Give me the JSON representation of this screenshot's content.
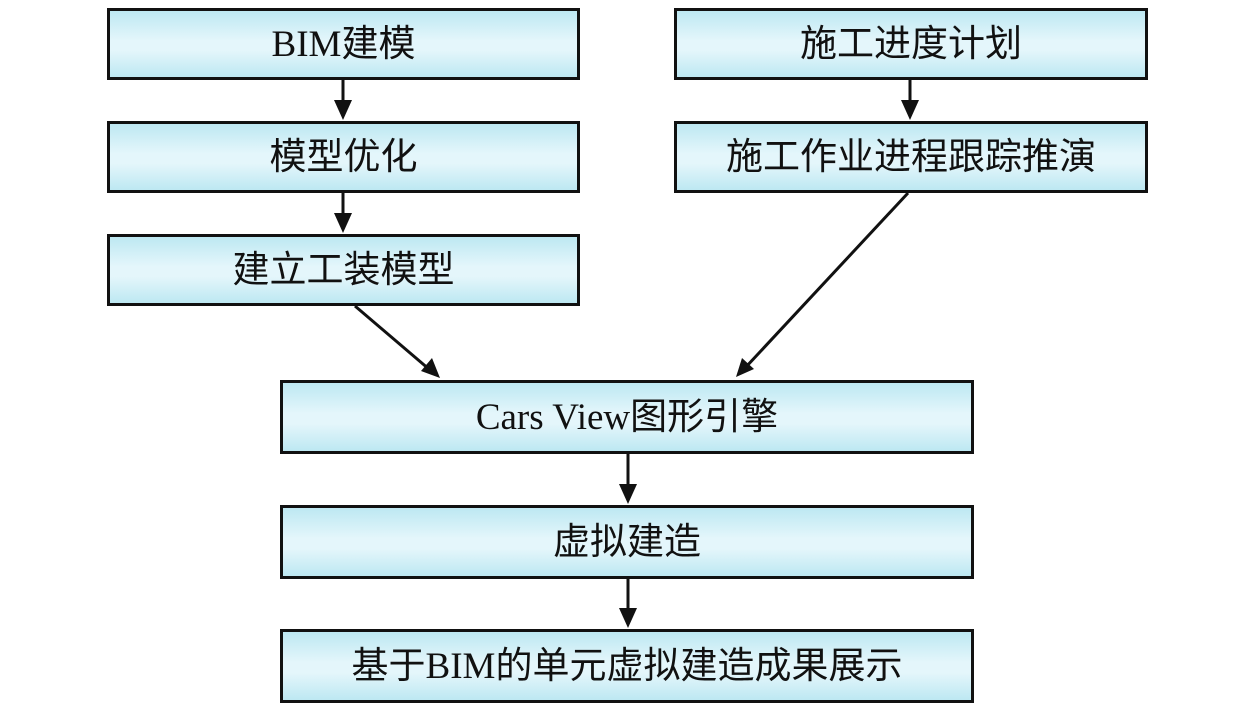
{
  "diagram": {
    "type": "flowchart",
    "colors": {
      "node_fill_edge": "#bde8f2",
      "node_fill_center": "#e4f6fb",
      "border": "#111111",
      "arrow": "#111111",
      "text": "#111111"
    },
    "nodes": {
      "bim_modeling": "BIM建模",
      "model_optimization": "模型优化",
      "tooling_model": "建立工装模型",
      "construction_schedule": "施工进度计划",
      "process_tracking": "施工作业进程跟踪推演",
      "graphics_engine": "Cars View图形引擎",
      "virtual_construction": "虚拟建造",
      "result_display": "基于BIM的单元虚拟建造成果展示"
    },
    "edges": [
      {
        "from": "bim_modeling",
        "to": "model_optimization"
      },
      {
        "from": "model_optimization",
        "to": "tooling_model"
      },
      {
        "from": "construction_schedule",
        "to": "process_tracking"
      },
      {
        "from": "tooling_model",
        "to": "graphics_engine"
      },
      {
        "from": "process_tracking",
        "to": "graphics_engine"
      },
      {
        "from": "graphics_engine",
        "to": "virtual_construction"
      },
      {
        "from": "virtual_construction",
        "to": "result_display"
      }
    ]
  }
}
